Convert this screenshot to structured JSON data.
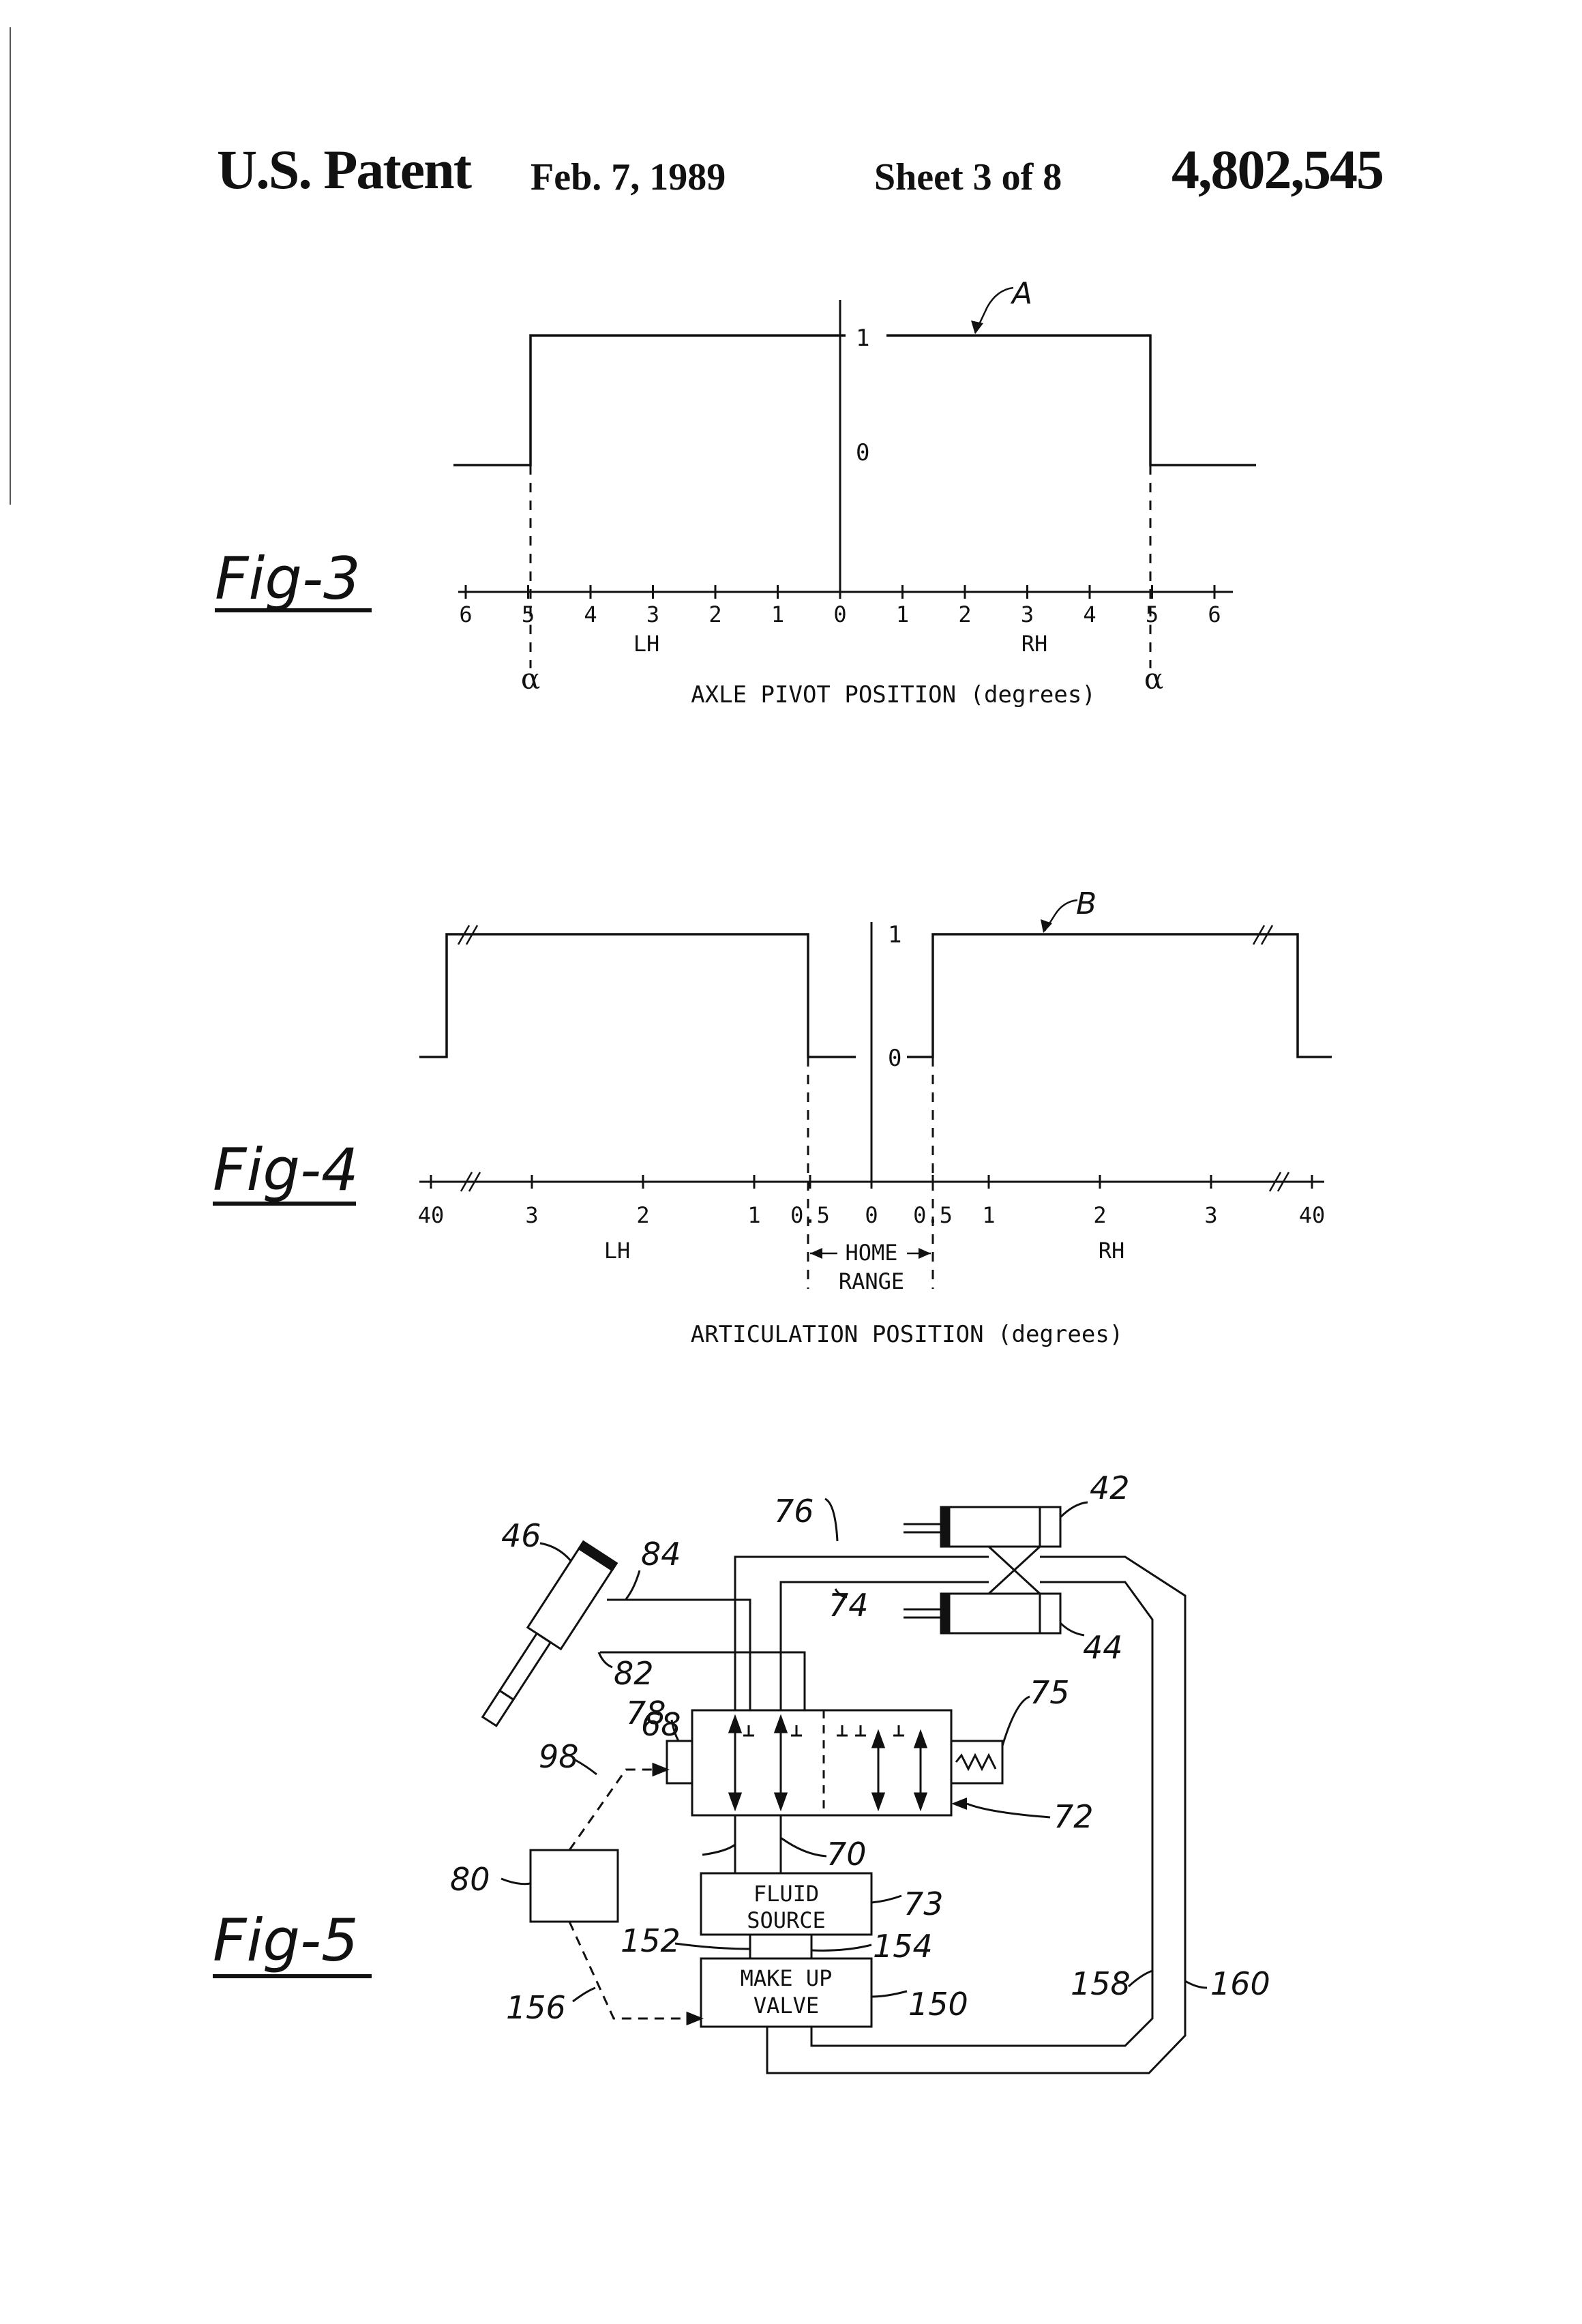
{
  "header": {
    "title": "U.S. Patent",
    "date": "Feb. 7, 1989",
    "sheet": "Sheet 3 of 8",
    "patent_number": "4,802,545"
  },
  "figures": {
    "fig3": {
      "label": "Fig-3",
      "curve_label": "A",
      "y_tick_1": "1",
      "y_tick_0": "0",
      "xtick_labels": [
        "6",
        "5",
        "4",
        "3",
        "2",
        "1",
        "0",
        "1",
        "2",
        "3",
        "4",
        "5",
        "6"
      ],
      "side_left": "LH",
      "side_right": "RH",
      "alpha_left": "α",
      "alpha_right": "α",
      "axis_title": "AXLE PIVOT POSITION (degrees)"
    },
    "fig4": {
      "label": "Fig-4",
      "curve_label": "B",
      "y_tick_1": "1",
      "y_tick_0": "0",
      "xtick_labels": [
        "40",
        "3",
        "2",
        "1",
        "0.5",
        "0",
        "0.5",
        "1",
        "2",
        "3",
        "40"
      ],
      "side_left": "LH",
      "side_right": "RH",
      "home_range_top": "HOME",
      "home_range_bottom": "RANGE",
      "axis_title": "ARTICULATION POSITION (degrees)"
    },
    "fig5": {
      "label": "Fig-5",
      "box_fluid_source_line1": "FLUID",
      "box_fluid_source_line2": "SOURCE",
      "box_makeup_line1": "MAKE UP",
      "box_makeup_line2": "VALVE",
      "refs": {
        "r42": "42",
        "r44": "44",
        "r46": "46",
        "r68": "68",
        "r70": "70",
        "r72": "72",
        "r73": "73",
        "r74": "74",
        "r75": "75",
        "r76": "76",
        "r78": "78",
        "r80": "80",
        "r82": "82",
        "r84": "84",
        "r98": "98",
        "r150": "150",
        "r152": "152",
        "r154": "154",
        "r156": "156",
        "r158": "158",
        "r160": "160"
      }
    }
  },
  "chart_data": [
    {
      "type": "line",
      "figure": "Fig-3",
      "xlabel": "AXLE PIVOT POSITION (degrees)",
      "x_tick_labels": [
        "6",
        "5",
        "4",
        "3",
        "2",
        "1",
        "0",
        "1",
        "2",
        "3",
        "4",
        "5",
        "6"
      ],
      "series": [
        {
          "name": "A",
          "x": [
            -6.5,
            -5,
            -5,
            5,
            5,
            6.5
          ],
          "y": [
            0,
            0,
            1,
            1,
            0,
            0
          ]
        }
      ],
      "yticks": [
        0,
        1
      ],
      "annotations": [
        "LH",
        "RH",
        "α",
        "α"
      ]
    },
    {
      "type": "line",
      "figure": "Fig-4",
      "xlabel": "ARTICULATION POSITION (degrees)",
      "x_tick_labels": [
        "40",
        "3",
        "2",
        "1",
        "0.5",
        "0",
        "0.5",
        "1",
        "2",
        "3",
        "40"
      ],
      "series": [
        {
          "name": "B",
          "x": [
            -40,
            -40,
            -0.5,
            -0.5,
            0.5,
            0.5,
            40,
            40
          ],
          "y": [
            0,
            1,
            1,
            0,
            0,
            1,
            1,
            0
          ]
        }
      ],
      "yticks": [
        0,
        1
      ],
      "annotations": [
        "LH",
        "RH",
        "HOME RANGE"
      ]
    }
  ]
}
